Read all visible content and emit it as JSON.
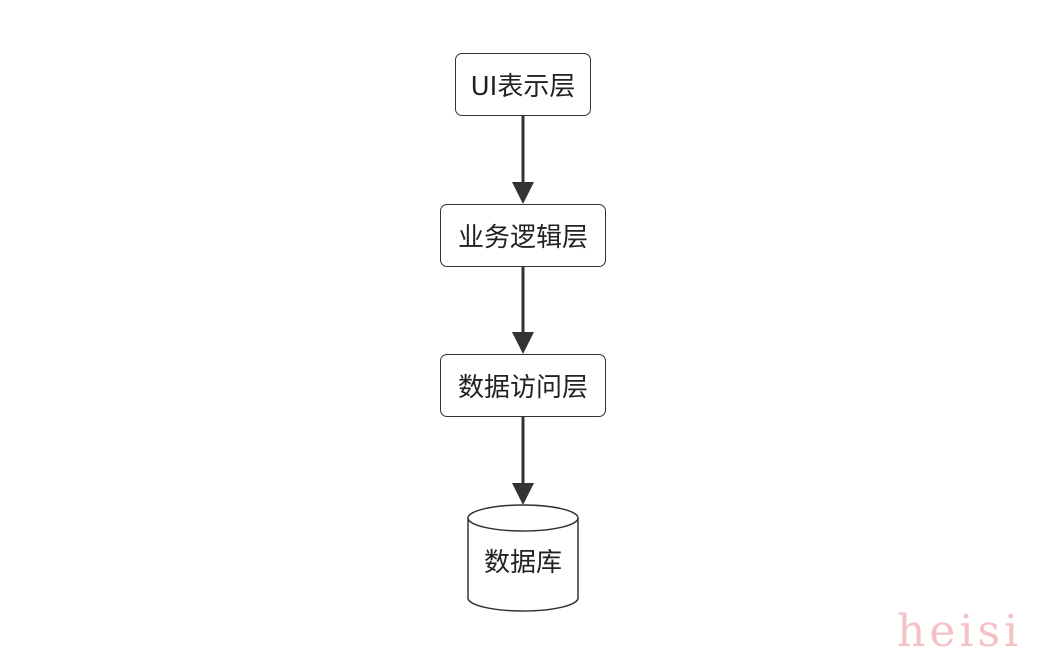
{
  "diagram": {
    "nodes": [
      {
        "id": "ui",
        "label": "UI表示层",
        "shape": "rounded-rectangle"
      },
      {
        "id": "biz",
        "label": "业务逻辑层",
        "shape": "rounded-rectangle"
      },
      {
        "id": "dal",
        "label": "数据访问层",
        "shape": "rounded-rectangle"
      },
      {
        "id": "db",
        "label": "数据库",
        "shape": "cylinder"
      }
    ],
    "edges": [
      {
        "from": "ui",
        "to": "biz",
        "style": "arrow"
      },
      {
        "from": "biz",
        "to": "dal",
        "style": "arrow"
      },
      {
        "from": "dal",
        "to": "db",
        "style": "arrow"
      }
    ],
    "colors": {
      "stroke": "#333333",
      "text": "#222222",
      "background": "#ffffff"
    }
  },
  "watermark": {
    "text": "heisi",
    "color": "#f3c2c6"
  }
}
